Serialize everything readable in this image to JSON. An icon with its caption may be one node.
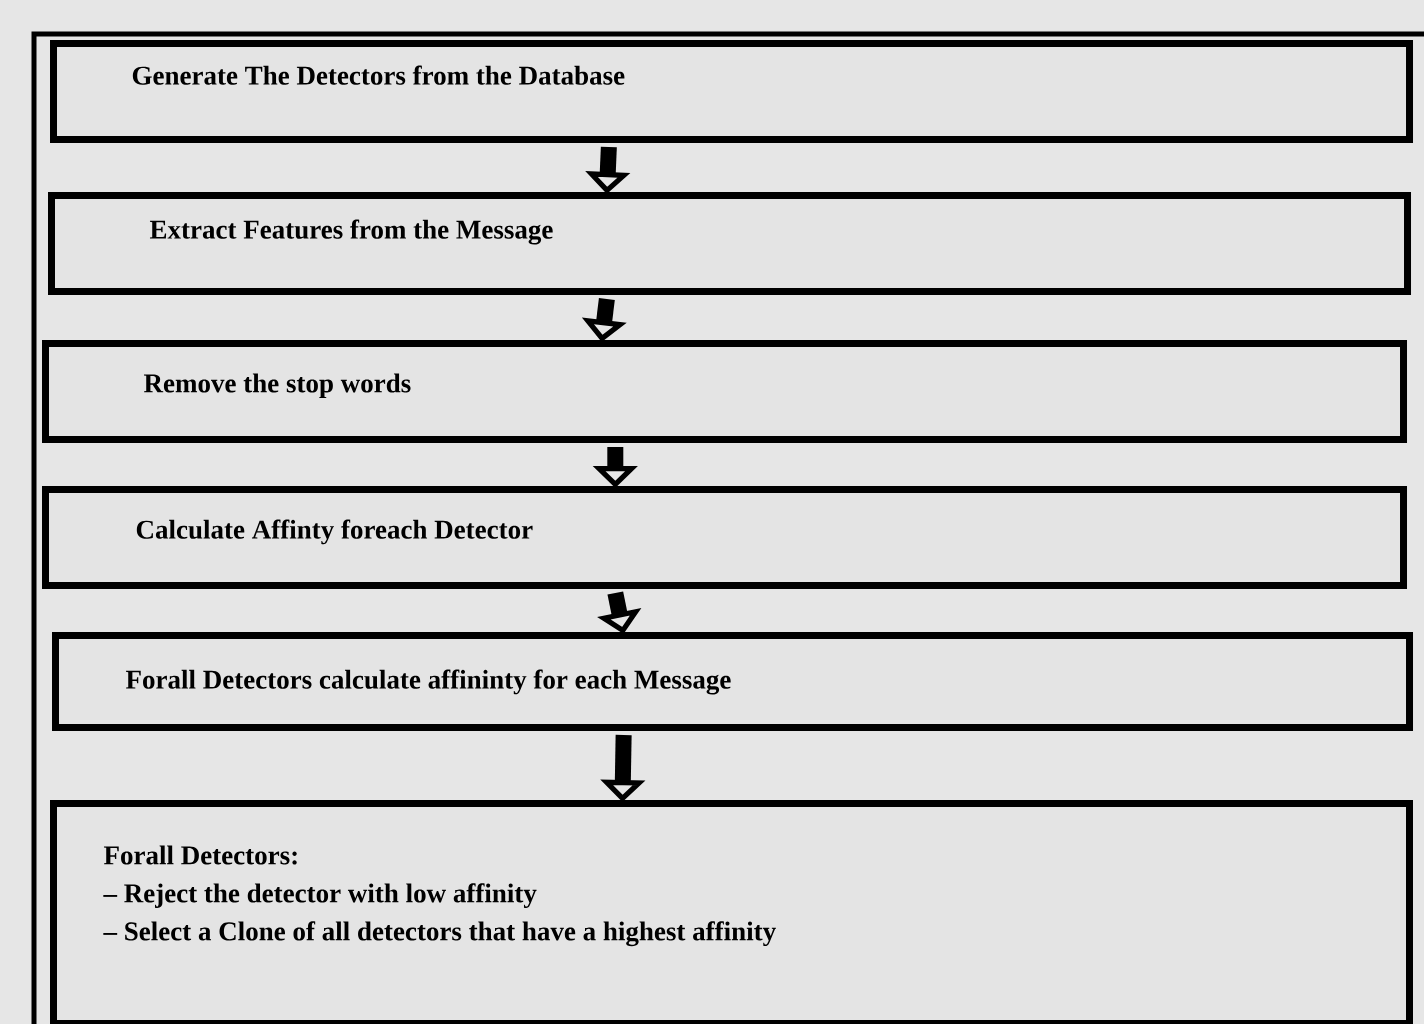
{
  "diagram": {
    "nodes": [
      {
        "text": [
          "Generate The Detectors from the Database"
        ]
      },
      {
        "text": [
          "Extract Features from the Message"
        ]
      },
      {
        "text": [
          "Remove the stop words"
        ]
      },
      {
        "text": [
          "Calculate Affinty foreach Detector"
        ]
      },
      {
        "text": [
          "Forall Detectors calculate affininty for each Message"
        ]
      },
      {
        "text": [
          "Forall Detectors:",
          "– Reject the detector with low affinity",
          "– Select a Clone of all detectors that have a highest affinity"
        ]
      }
    ],
    "edges": [
      {
        "from": 0,
        "to": 1,
        "arrow": "to"
      },
      {
        "from": 1,
        "to": 2,
        "arrow": "to"
      },
      {
        "from": 2,
        "to": 3,
        "arrow": "to"
      },
      {
        "from": 3,
        "to": 4,
        "arrow": "to"
      },
      {
        "from": 4,
        "to": 5,
        "arrow": "to"
      }
    ]
  }
}
